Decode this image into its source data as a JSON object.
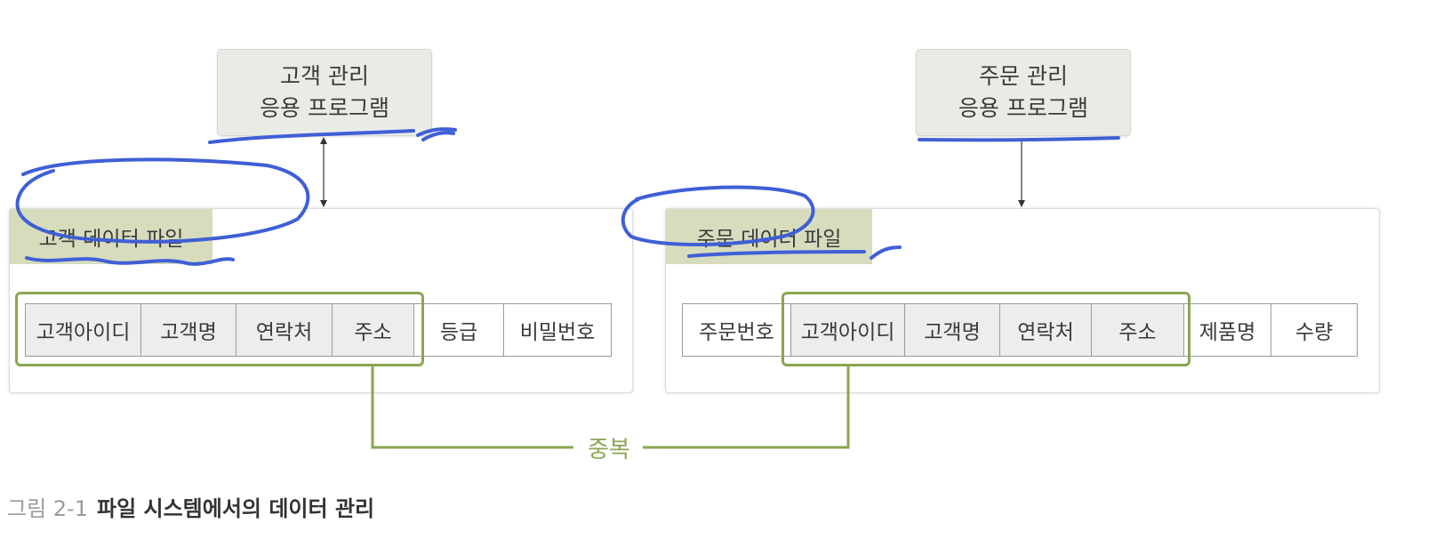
{
  "customer_app": {
    "line1": "고객 관리",
    "line2": "응용 프로그램"
  },
  "order_app": {
    "line1": "주문 관리",
    "line2": "응용 프로그램"
  },
  "customer_file": {
    "title": "고객 데이터 파일",
    "fields": [
      "고객아이디",
      "고객명",
      "연락처",
      "주소",
      "등급",
      "비밀번호"
    ]
  },
  "order_file": {
    "title": "주문 데이터 파일",
    "fields": [
      "주문번호",
      "고객아이디",
      "고객명",
      "연락처",
      "주소",
      "제품명",
      "수량"
    ]
  },
  "duplicate_label": "중복",
  "caption": {
    "number": "그림 2-1",
    "text": "파일 시스템에서의 데이터 관리"
  },
  "colors": {
    "accent_green": "#8aa651",
    "annotation_blue": "#3f5fd6",
    "tab_green": "#d7dcbd"
  }
}
